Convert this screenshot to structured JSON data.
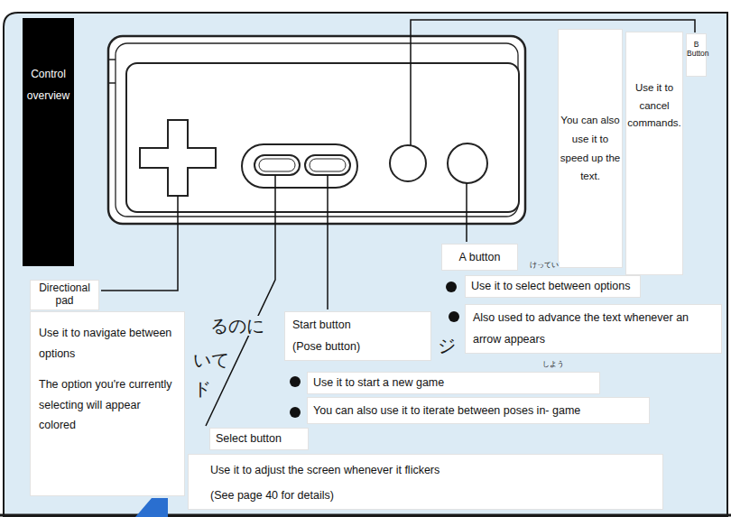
{
  "diagram": {
    "nodes": [
      {
        "text": [
          "Control overview"
        ]
      },
      {
        "text": [
          "You can also use it to speed up the text."
        ]
      },
      {
        "text": [
          "Use it to cancel commands."
        ]
      },
      {
        "text": [
          "B Button"
        ]
      },
      {
        "text": [
          "A button"
        ]
      },
      {
        "text": [
          "Use it to select between options"
        ]
      },
      {
        "text": [
          "Also used to advance the text whenever an arrow appears"
        ]
      },
      {
        "text": [
          "Directional pad"
        ]
      },
      {
        "text": [
          "Use it to navigate between options",
          "The option you're currently selecting will appear colored"
        ]
      },
      {
        "text": [
          "Start button",
          "(Pose button)"
        ]
      },
      {
        "text": [
          "Use it to start a new game"
        ]
      },
      {
        "text": [
          "You can also use it to iterate between poses in- game"
        ]
      },
      {
        "text": [
          "Select button"
        ]
      },
      {
        "text": [
          "Use it to adjust the screen whenever it flickers",
          "(See page 40 for details)"
        ]
      }
    ],
    "labels": [
      "るのに",
      "いて",
      "ド",
      "ジ",
      "けってい",
      "しよう"
    ]
  }
}
